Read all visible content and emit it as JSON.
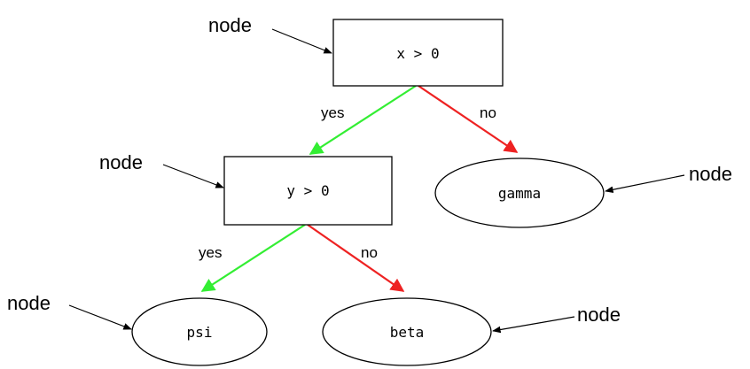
{
  "colors": {
    "yes_edge": "#33ee33",
    "no_edge": "#ee2222",
    "outline": "#000000"
  },
  "nodes": {
    "root": {
      "text": "x > 0",
      "shape": "rectangle"
    },
    "inner": {
      "text": "y > 0",
      "shape": "rectangle"
    },
    "gamma": {
      "text": "gamma",
      "shape": "ellipse"
    },
    "psi": {
      "text": "psi",
      "shape": "ellipse"
    },
    "beta": {
      "text": "beta",
      "shape": "ellipse"
    }
  },
  "edges": {
    "root_yes": "yes",
    "root_no": "no",
    "inner_yes": "yes",
    "inner_no": "no"
  },
  "callouts": {
    "root": "node",
    "inner": "node",
    "gamma": "node",
    "psi": "node",
    "beta": "node"
  }
}
